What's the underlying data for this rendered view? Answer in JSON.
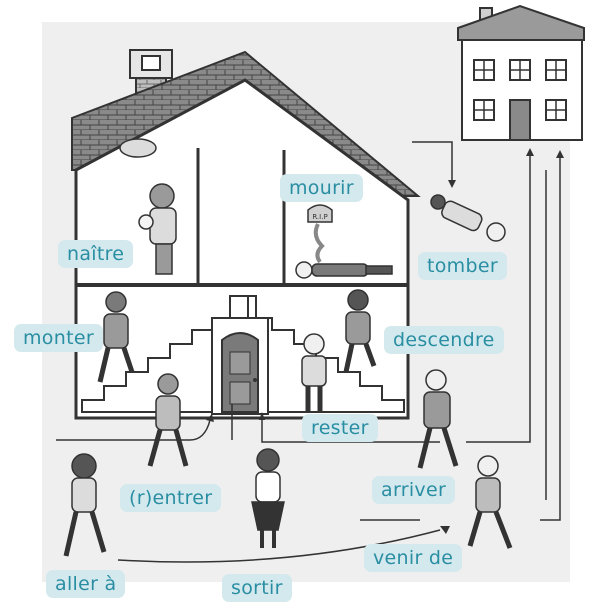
{
  "labels": {
    "naitre": "naître",
    "mourir": "mourir",
    "tomber": "tomber",
    "monter": "monter",
    "descendre": "descendre",
    "rester": "rester",
    "rentrer": "(r)entrer",
    "arriver": "arriver",
    "aller_a": "aller à",
    "sortir": "sortir",
    "venir_de": "venir de"
  },
  "tombstone_text": "R.I.P",
  "colors": {
    "label_bg": "#d4e9ee",
    "label_text": "#2a8ea3",
    "background_panel": "#efefef",
    "roof": "#7a7a7a",
    "line": "#333333"
  }
}
